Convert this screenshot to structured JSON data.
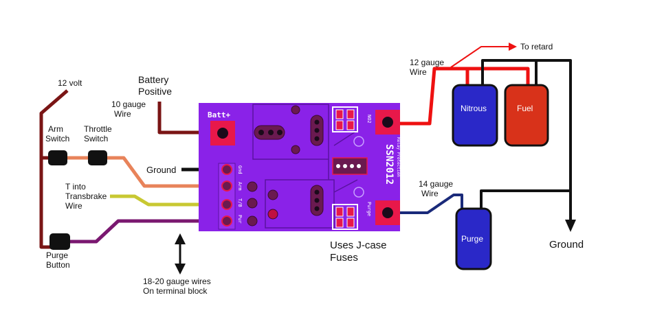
{
  "labels": {
    "twelve_volt": "12 volt",
    "battery_positive_1": "Battery",
    "battery_positive_2": "Positive",
    "ten_gauge_1": "10 gauge",
    "ten_gauge_2": "Wire",
    "arm_switch_1": "Arm",
    "arm_switch_2": "Switch",
    "throttle_switch_1": "Throttle",
    "throttle_switch_2": "Switch",
    "ground_left": "Ground",
    "t_into_1": "T into",
    "t_into_2": "Transbrake",
    "t_into_3": "Wire",
    "purge_button_1": "Purge",
    "purge_button_2": "Button",
    "terminal_1": "18-20 gauge wires",
    "terminal_2": "On terminal block",
    "jcase_1": "Uses J-case",
    "jcase_2": "Fuses",
    "twelve_gauge_1": "12 gauge",
    "twelve_gauge_2": "Wire",
    "to_retard": "To retard",
    "fourteen_gauge_1": "14 gauge",
    "fourteen_gauge_2": "Wire",
    "ground_right": "Ground"
  },
  "components": {
    "nitrous": "Nitrous",
    "fuel": "Fuel",
    "purge": "Purge"
  },
  "pcb": {
    "batt_label": "Batt+",
    "model": "SSN2012",
    "no2_label": "NO2",
    "purge_label": "Purge",
    "terminal_gnd": "Gnd",
    "terminal_arm": "Arm",
    "terminal_tb": "T/B",
    "terminal_pur": "Pur",
    "side_text": "Relay Protection"
  },
  "colors": {
    "board": "#8a22e8",
    "power_wire": "#7a1515",
    "red_wire": "#ee1111",
    "orange_wire": "#e8835a",
    "yellow_wire": "#c8c832",
    "purple_wire": "#7a1870",
    "blue_wire": "#1a2a7a",
    "black_wire": "#111111",
    "nitrous_bottle": "#2a28c8",
    "fuel_bottle": "#d8321a",
    "purge_bottle": "#2a28c8"
  }
}
